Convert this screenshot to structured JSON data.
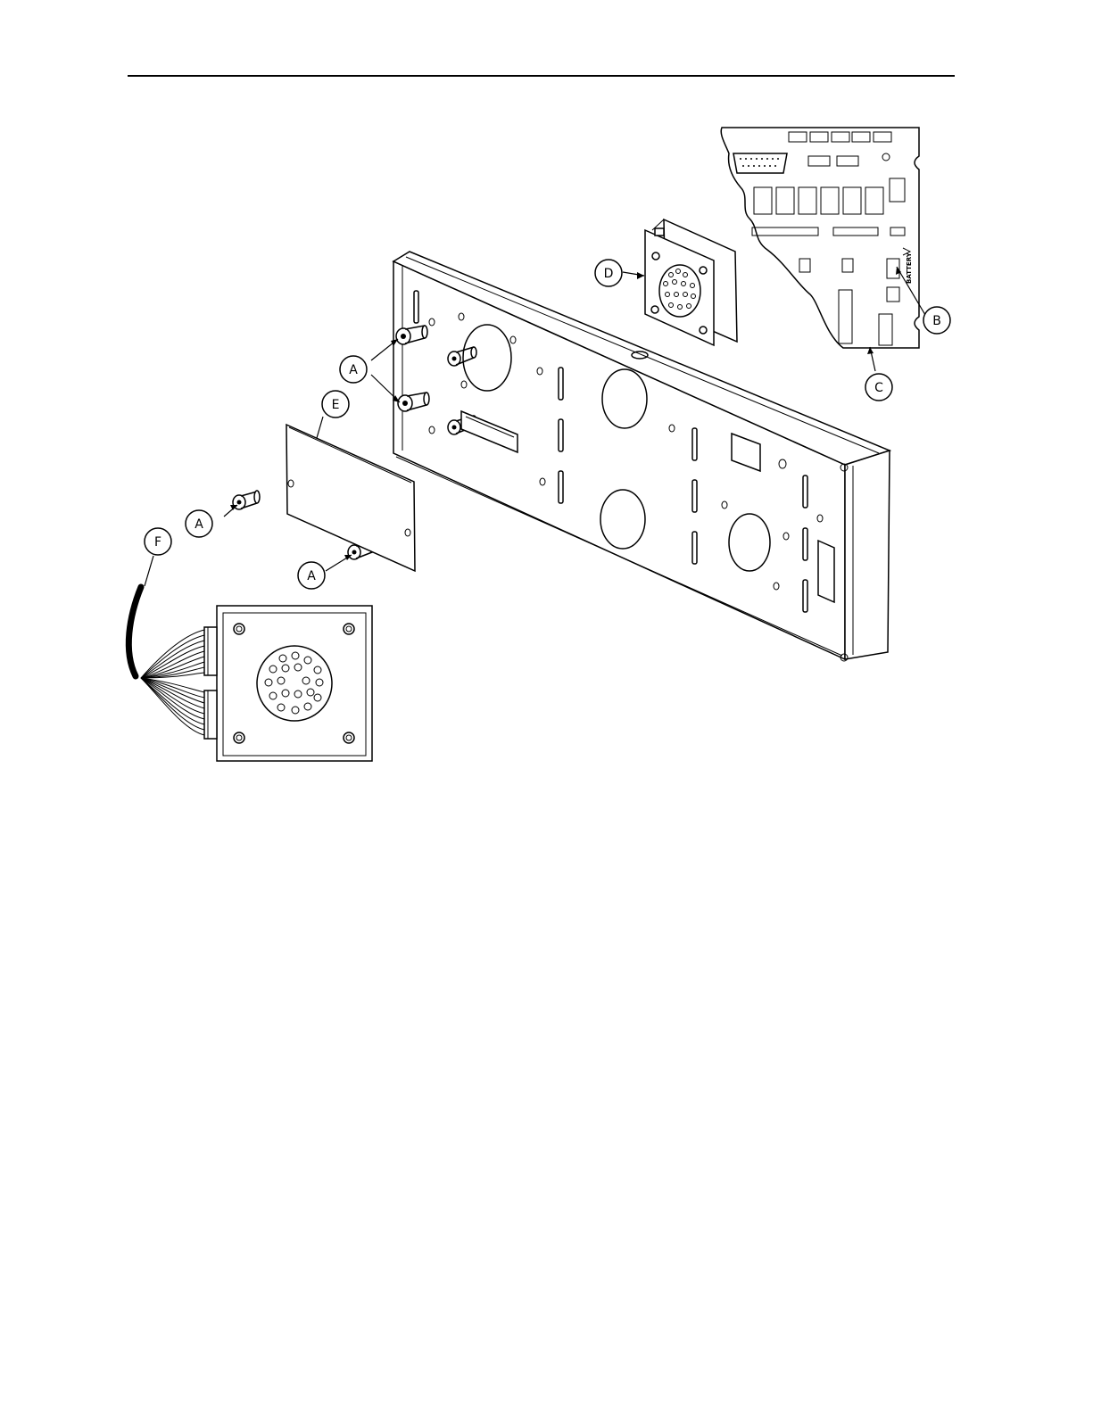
{
  "callouts": {
    "a": "A",
    "b": "B",
    "c": "C",
    "d": "D",
    "e": "E",
    "f": "F"
  },
  "board_label": "BATTERY",
  "colors": {
    "line": "#000000",
    "background": "#ffffff"
  }
}
